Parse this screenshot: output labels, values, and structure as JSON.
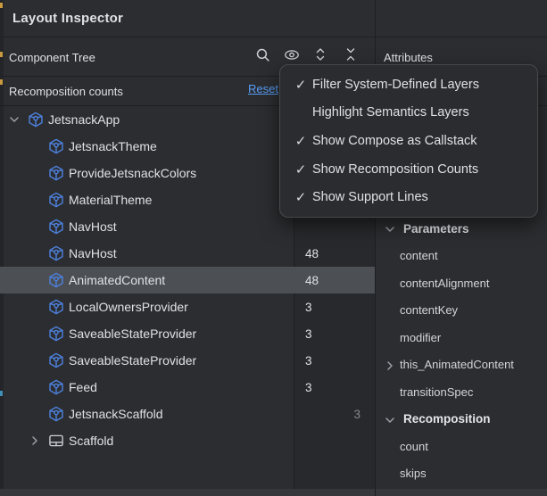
{
  "window_title": "Layout Inspector",
  "component_tree": {
    "title": "Component Tree",
    "recomposition_label": "Recomposition counts",
    "reset_label": "Reset",
    "rows": [
      {
        "label": "JetsnackApp",
        "depth": 0,
        "icon": "compose",
        "chevron": "down",
        "count": "",
        "skips": "",
        "selected": false
      },
      {
        "label": "JetsnackTheme",
        "depth": 1,
        "icon": "compose",
        "chevron": "",
        "count": "",
        "skips": "",
        "selected": false
      },
      {
        "label": "ProvideJetsnackColors",
        "depth": 1,
        "icon": "compose",
        "chevron": "",
        "count": "",
        "skips": "",
        "selected": false
      },
      {
        "label": "MaterialTheme",
        "depth": 1,
        "icon": "compose",
        "chevron": "",
        "count": "",
        "skips": "",
        "selected": false
      },
      {
        "label": "NavHost",
        "depth": 1,
        "icon": "compose",
        "chevron": "",
        "count": "",
        "skips": "",
        "selected": false
      },
      {
        "label": "NavHost",
        "depth": 1,
        "icon": "compose",
        "chevron": "",
        "count": "48",
        "skips": "",
        "selected": false
      },
      {
        "label": "AnimatedContent",
        "depth": 1,
        "icon": "compose",
        "chevron": "",
        "count": "48",
        "skips": "",
        "selected": true
      },
      {
        "label": "LocalOwnersProvider",
        "depth": 1,
        "icon": "compose",
        "chevron": "",
        "count": "3",
        "skips": "",
        "selected": false
      },
      {
        "label": "SaveableStateProvider",
        "depth": 1,
        "icon": "compose",
        "chevron": "",
        "count": "3",
        "skips": "",
        "selected": false
      },
      {
        "label": "SaveableStateProvider",
        "depth": 1,
        "icon": "compose",
        "chevron": "",
        "count": "3",
        "skips": "",
        "selected": false
      },
      {
        "label": "Feed",
        "depth": 1,
        "icon": "compose",
        "chevron": "",
        "count": "3",
        "skips": "",
        "selected": false
      },
      {
        "label": "JetsnackScaffold",
        "depth": 1,
        "icon": "compose",
        "chevron": "",
        "count": "",
        "skips": "3",
        "selected": false
      },
      {
        "label": "Scaffold",
        "depth": 1,
        "icon": "scaffold",
        "chevron": "right",
        "count": "",
        "skips": "",
        "selected": false
      }
    ]
  },
  "view_options_menu": {
    "items": [
      {
        "label": "Filter System-Defined Layers",
        "checked": true
      },
      {
        "label": "Highlight Semantics Layers",
        "checked": false
      },
      {
        "label": "Show Compose as Callstack",
        "checked": true
      },
      {
        "label": "Show Recomposition Counts",
        "checked": true
      },
      {
        "label": "Show Support Lines",
        "checked": true
      }
    ]
  },
  "attributes_panel": {
    "title": "Attributes",
    "rows": [
      {
        "type": "section",
        "label": "Parameters"
      },
      {
        "type": "item",
        "label": "content"
      },
      {
        "type": "item",
        "label": "contentAlignment"
      },
      {
        "type": "item",
        "label": "contentKey"
      },
      {
        "type": "item",
        "label": "modifier"
      },
      {
        "type": "expandable",
        "label": "this_AnimatedContent"
      },
      {
        "type": "item",
        "label": "transitionSpec"
      },
      {
        "type": "section",
        "label": "Recomposition"
      },
      {
        "type": "item",
        "label": "count"
      },
      {
        "type": "item",
        "label": "skips"
      }
    ]
  },
  "colors": {
    "accent_link_blue": "#589df6",
    "compose_icon_blue": "#4d7fd9",
    "selection_bg": "#4c4f54",
    "dim_count_gray": "#85888d",
    "panel_bg": "#2b2d30",
    "border": "#1e1f22"
  },
  "checkmark_glyph": "✓"
}
